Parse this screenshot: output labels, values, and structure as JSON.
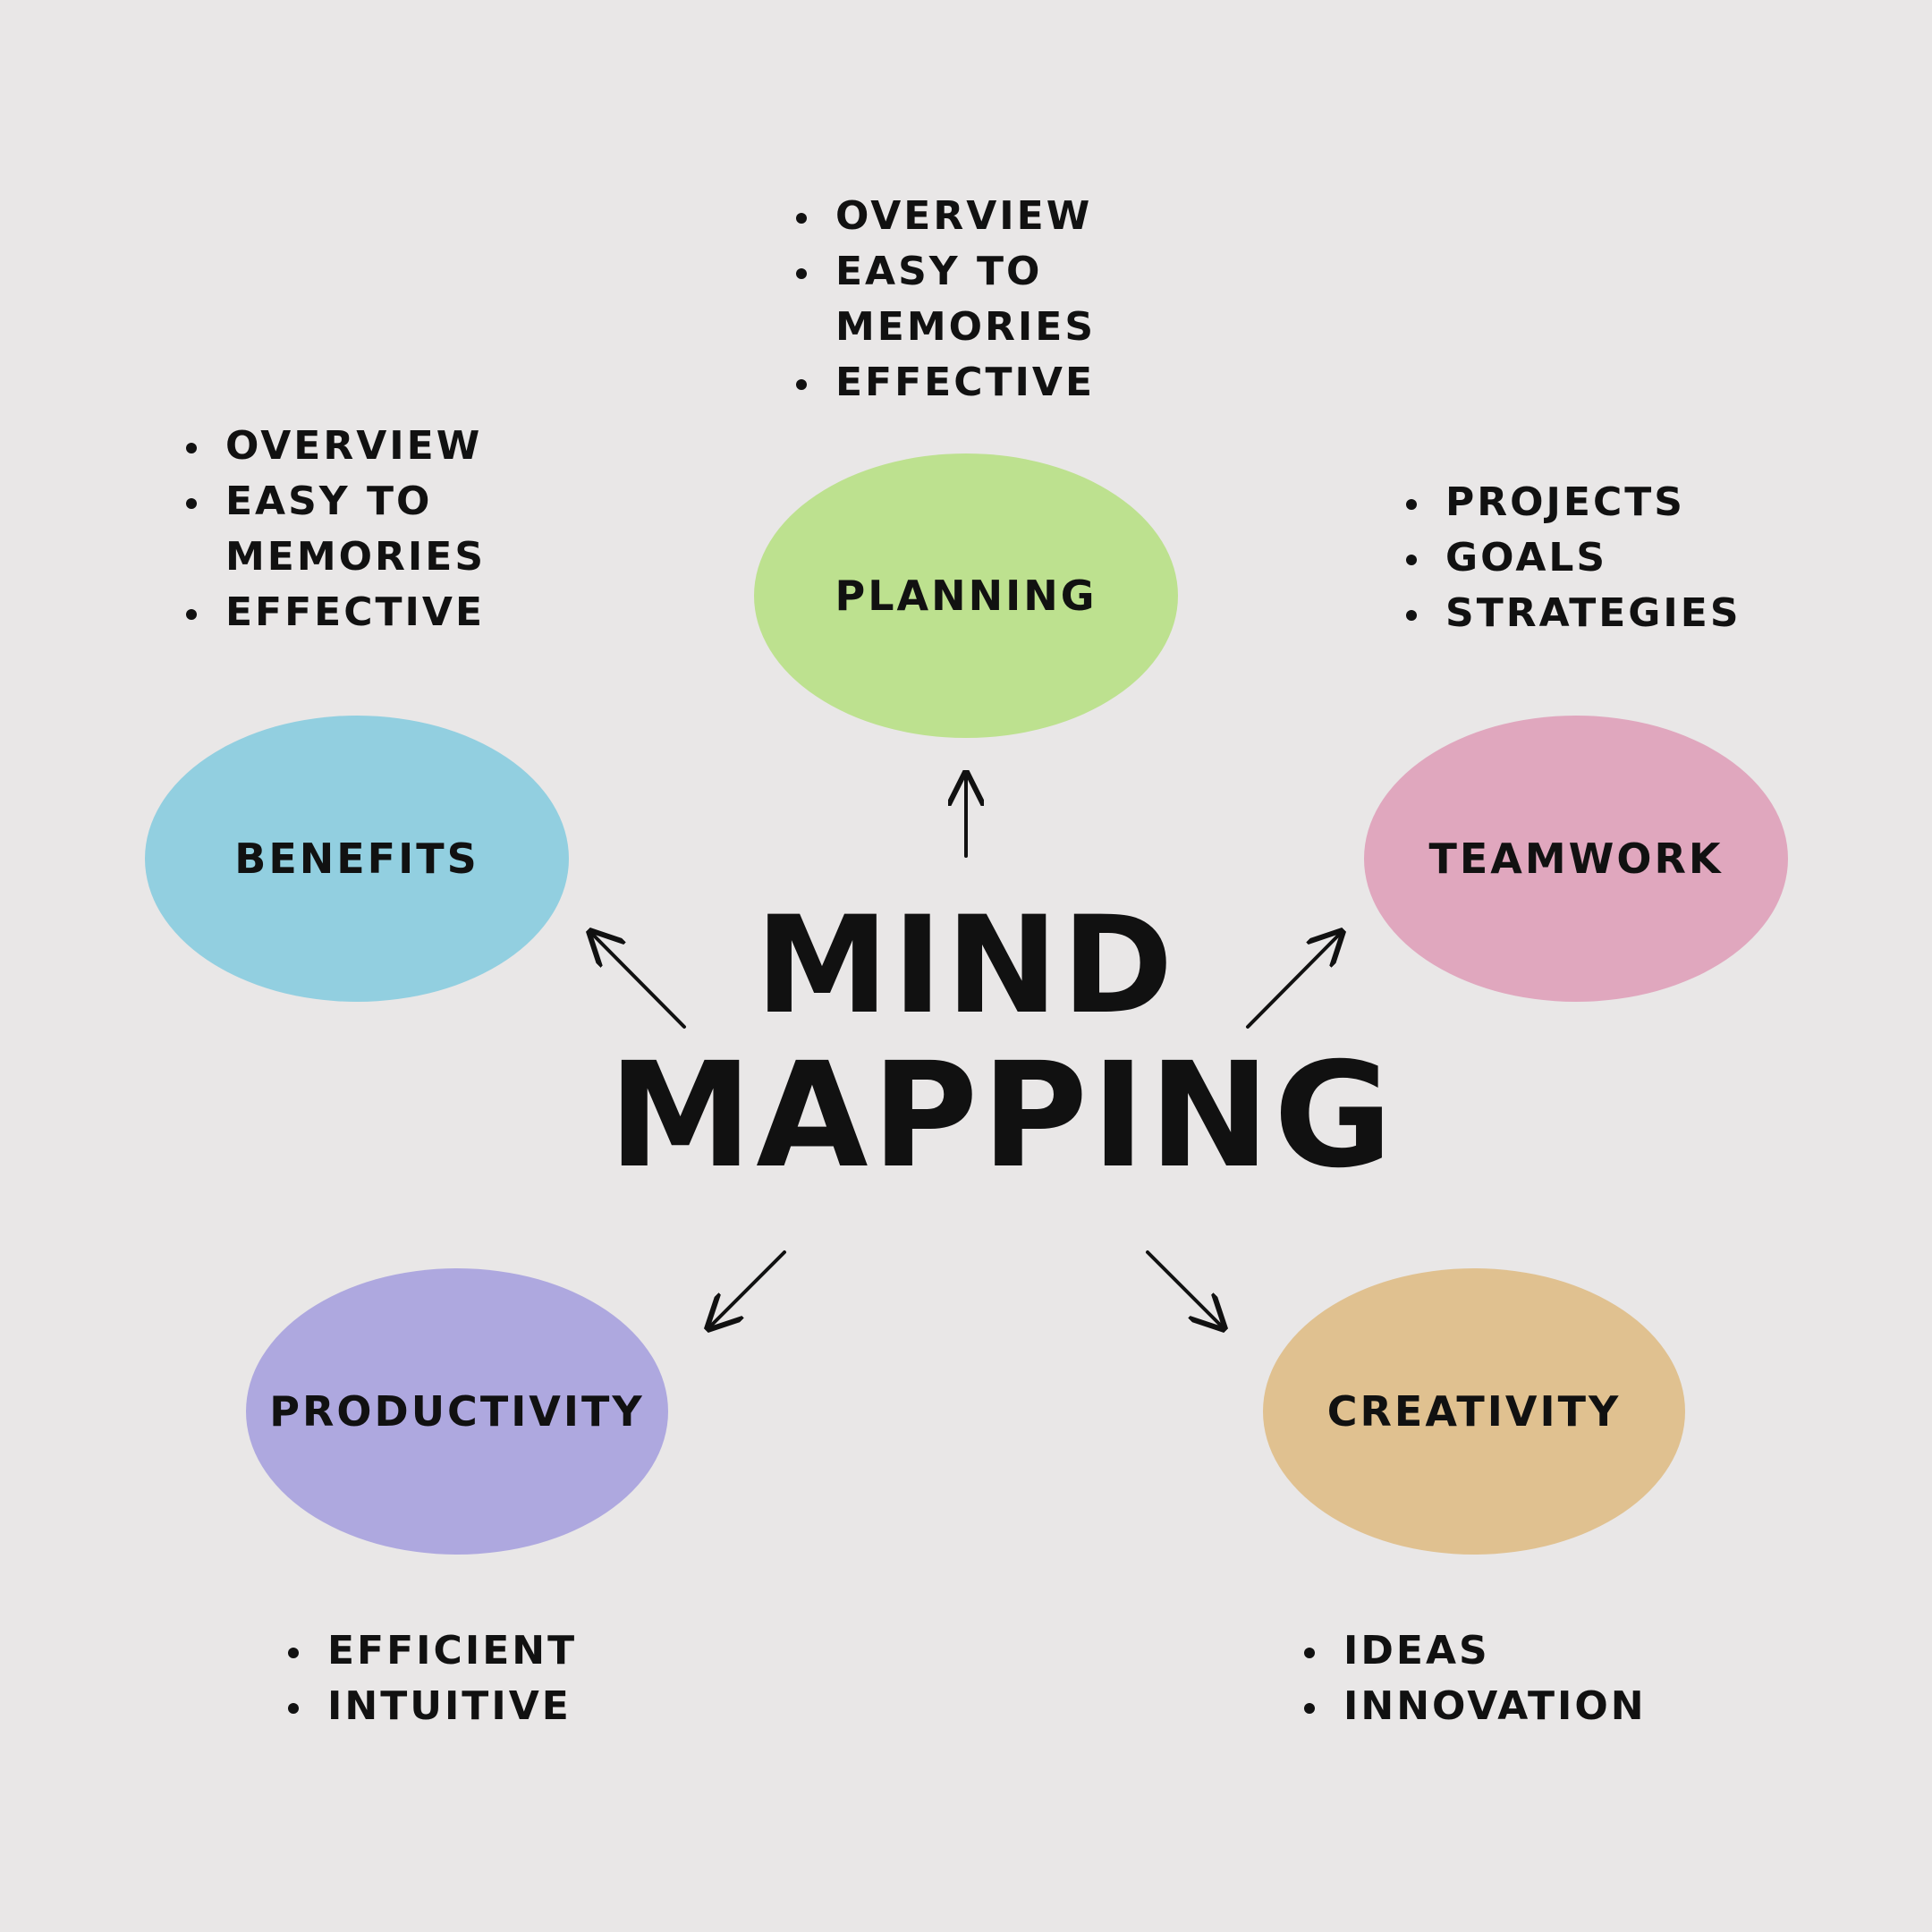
{
  "title": {
    "line1": "MIND",
    "line2": "MAPPING"
  },
  "nodes": {
    "planning": {
      "label": "PLANNING",
      "color": "#bde18f",
      "bullets": [
        "OVERVIEW",
        "EASY TO MEMORIES",
        "EFFECTIVE"
      ]
    },
    "benefits": {
      "label": "BENEFITS",
      "color": "#92cfe0",
      "bullets": [
        "OVERVIEW",
        "EASY TO MEMORIES",
        "EFFECTIVE"
      ]
    },
    "teamwork": {
      "label": "TEAMWORK",
      "color": "#e0a7be",
      "bullets": [
        "PROJECTS",
        "GOALS",
        "STRATEGIES"
      ]
    },
    "productivity": {
      "label": "PRODUCTIVITY",
      "color": "#aea8df",
      "bullets": [
        "EFFICIENT",
        "INTUITIVE"
      ]
    },
    "creativity": {
      "label": "CREATIVITY",
      "color": "#e0c190",
      "bullets": [
        "IDEAS",
        "INNOVATION"
      ]
    }
  }
}
